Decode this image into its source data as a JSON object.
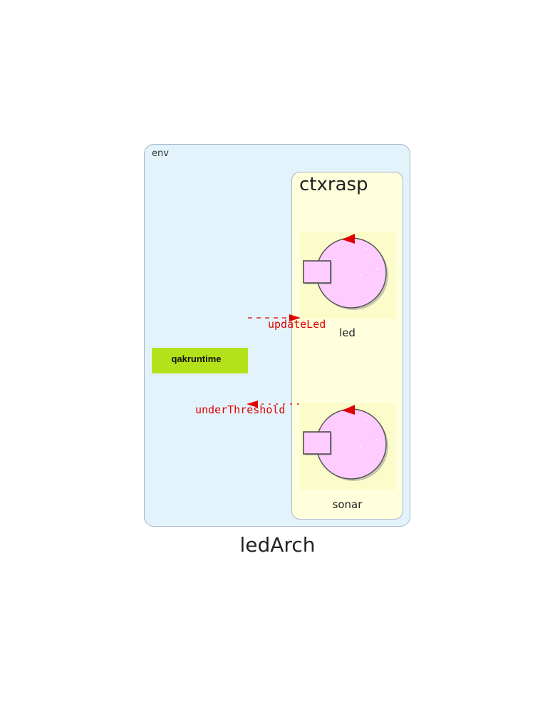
{
  "diagram": {
    "title": "ledArch",
    "environment": {
      "label": "env"
    },
    "context": {
      "name": "ctxrasp"
    },
    "actors": [
      {
        "name": "led",
        "icon": "actor-icon"
      },
      {
        "name": "sonar",
        "icon": "actor-icon"
      }
    ],
    "runtime": {
      "label": "qakruntime",
      "color": "#b3e21b"
    },
    "messages": [
      {
        "label": "updateLed",
        "direction": "to-led"
      },
      {
        "label": "underThreshold",
        "direction": "from-sonar"
      }
    ],
    "colors": {
      "env_background": "#e3f3fc",
      "context_background": "#ffffdd",
      "actor_body": "#ffccff",
      "message": "#e00000"
    }
  }
}
